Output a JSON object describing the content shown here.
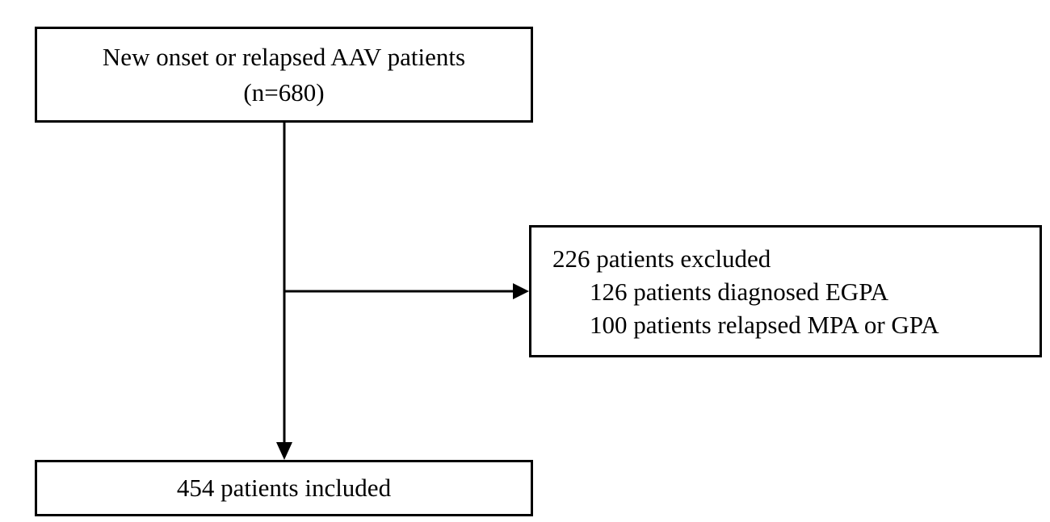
{
  "flowchart": {
    "top_box": {
      "line1": "New onset or relapsed AAV patients",
      "line2": "(n=680)"
    },
    "exclusion_box": {
      "heading": "226 patients excluded",
      "items": [
        "126 patients diagnosed EGPA",
        "100 patients relapsed MPA or GPA"
      ]
    },
    "bottom_box": {
      "label": "454 patients included"
    }
  }
}
